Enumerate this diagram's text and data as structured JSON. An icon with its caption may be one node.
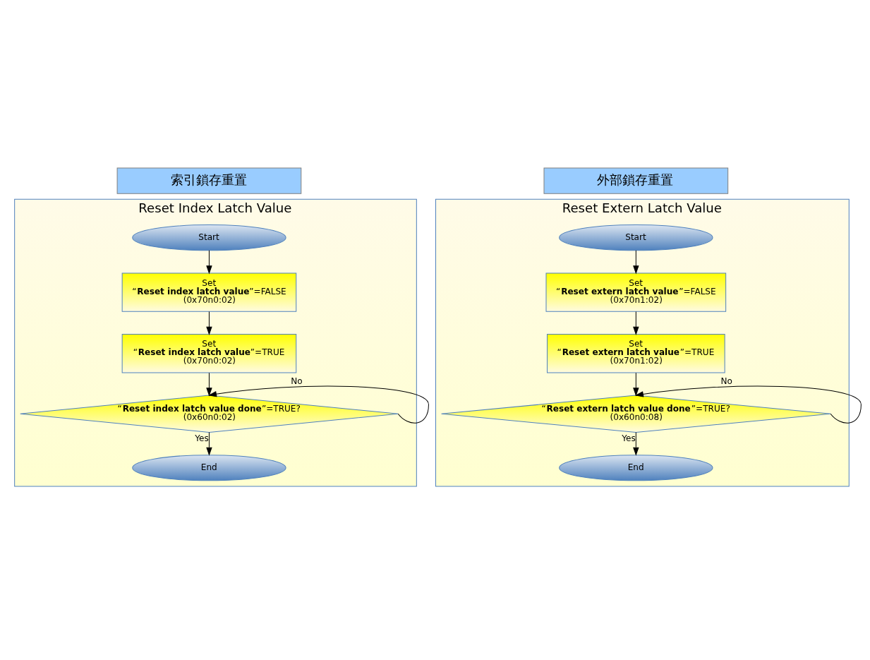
{
  "diagram": {
    "nodes": [
      {
        "text": [
          "索引鎖存重置"
        ]
      },
      {
        "text": [
          "Reset Index Latch Value"
        ]
      },
      {
        "text": [
          "Start"
        ],
        "in": 1
      },
      {
        "text": [
          "Set",
          "“**Reset index latch value**”=FALSE",
          "(0x70n0:02)"
        ],
        "in": 1
      },
      {
        "text": [
          "Set",
          "“**Reset index latch value**”=TRUE",
          "(0x70n0:02)"
        ],
        "in": 1
      },
      {
        "text": [
          "“**Reset index latch value done**”=TRUE?",
          "(0x60n0:02)"
        ],
        "in": 1
      },
      {
        "text": [
          "End"
        ],
        "in": 1
      },
      {
        "text": [
          "外部鎖存重置"
        ]
      },
      {
        "text": [
          "Reset Extern Latch Value"
        ]
      },
      {
        "text": [
          "Start"
        ],
        "in": 8
      },
      {
        "text": [
          "Set",
          "“**Reset extern latch value**”=FALSE",
          "(0x70n1:02)"
        ],
        "in": 8
      },
      {
        "text": [
          "Set",
          "“**Reset extern latch value**”=TRUE",
          "(0x70n1:02)"
        ],
        "in": 8
      },
      {
        "text": [
          "“**Reset extern latch value done**”=TRUE?",
          "(0x60n0:08)"
        ],
        "in": 8
      },
      {
        "text": [
          "End"
        ],
        "in": 8
      }
    ],
    "edges": [
      {
        "from": 2,
        "to": 3,
        "arrow": "to"
      },
      {
        "from": 3,
        "to": 4,
        "arrow": "to"
      },
      {
        "from": 4,
        "to": 5,
        "arrow": "to"
      },
      {
        "from": 5,
        "to": 5,
        "arrow": "to",
        "label": "No"
      },
      {
        "from": 5,
        "to": 6,
        "arrow": "to",
        "label": "Yes"
      },
      {
        "from": 9,
        "to": 10,
        "arrow": "to"
      },
      {
        "from": 10,
        "to": 11,
        "arrow": "to"
      },
      {
        "from": 11,
        "to": 12,
        "arrow": "to"
      },
      {
        "from": 12,
        "to": 12,
        "arrow": "to",
        "label": "No"
      },
      {
        "from": 12,
        "to": 13,
        "arrow": "to",
        "label": "Yes"
      }
    ]
  }
}
